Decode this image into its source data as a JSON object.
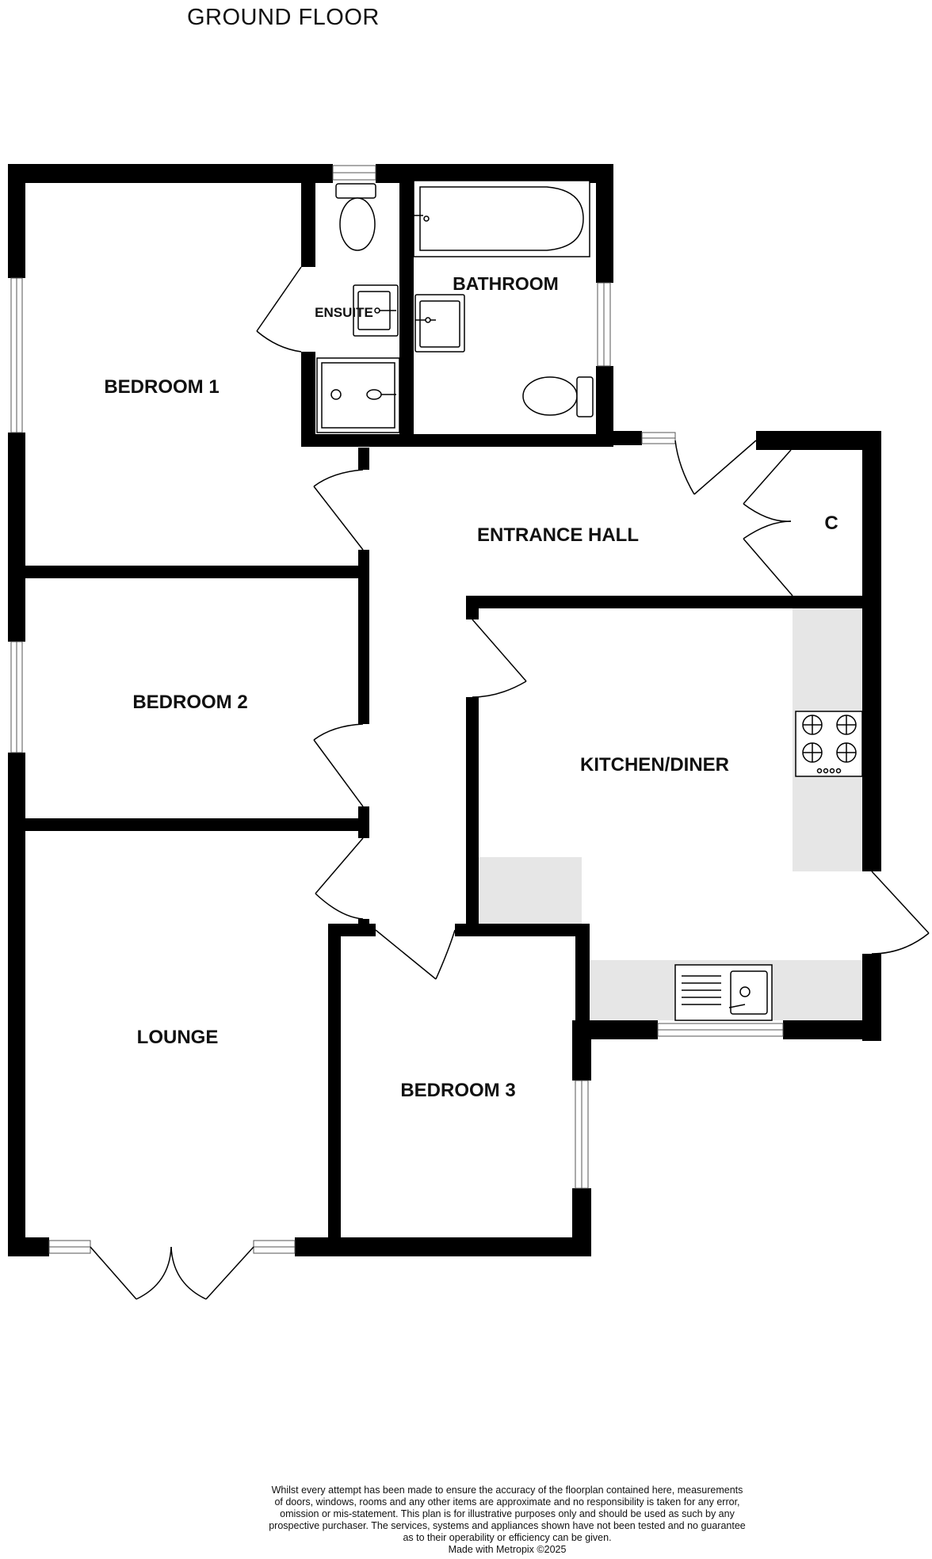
{
  "floor_title": "GROUND FLOOR",
  "rooms": {
    "bedroom1": "BEDROOM 1",
    "ensuite": "ENSUITE",
    "bathroom": "BATHROOM",
    "entrance_hall": "ENTRANCE HALL",
    "cupboard": "C",
    "bedroom2": "BEDROOM 2",
    "kitchen": "KITCHEN/DINER",
    "lounge": "LOUNGE",
    "bedroom3": "BEDROOM 3"
  },
  "disclaimer": {
    "lines": [
      "Whilst every attempt has been made to ensure the accuracy of the floorplan contained here, measurements",
      "of doors, windows, rooms and any other items are approximate and no responsibility is taken for any error,",
      "omission or mis-statement. This plan is for illustrative purposes only and should be used as such by any",
      "prospective purchaser. The services, systems and appliances shown have not been tested and no guarantee",
      "as to their operability or efficiency can be given."
    ],
    "credit": "Made with Metropix ©2025"
  },
  "colors": {
    "wall": "#000000",
    "worktop": "#e6e6e6",
    "background": "#ffffff"
  }
}
